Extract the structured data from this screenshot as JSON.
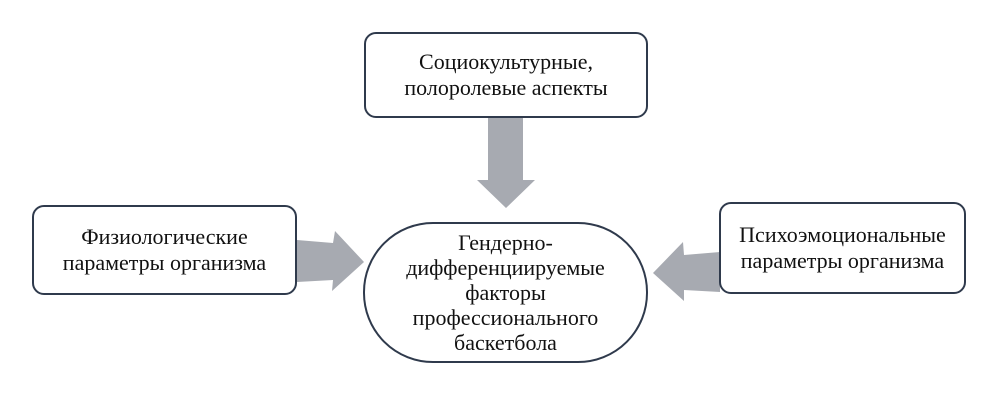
{
  "diagram": {
    "top": {
      "lines": [
        "Социокультурные,",
        "полоролевые аспекты"
      ]
    },
    "left": {
      "lines": [
        "Физиологические",
        "параметры организма"
      ]
    },
    "right": {
      "lines": [
        "Психоэмоциональные",
        "параметры организма"
      ]
    },
    "center": {
      "lines": [
        "Гендерно-",
        "дифференциируемые",
        "факторы",
        "профессионального",
        "баскетбола"
      ]
    },
    "colors": {
      "border": "#2f3a4c",
      "arrow": "#a7aab1"
    }
  }
}
